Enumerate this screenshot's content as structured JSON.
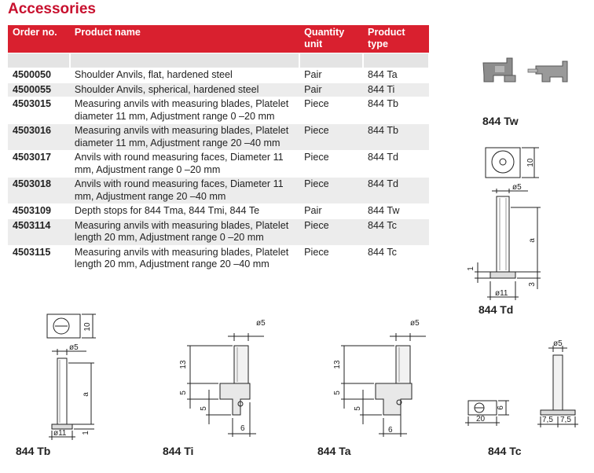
{
  "title": "Accessories",
  "table": {
    "headers": {
      "order": "Order no.",
      "product": "Product name",
      "qty": "Quantity unit",
      "type": "Product type"
    },
    "rows": [
      {
        "order": "4500050",
        "name": "Shoulder Anvils, flat, hardened steel",
        "qty": "Pair",
        "type": "844 Ta"
      },
      {
        "order": "4500055",
        "name": "Shoulder Anvils, spherical, hardened steel",
        "qty": "Pair",
        "type": "844 Ti"
      },
      {
        "order": "4503015",
        "name": "Measuring anvils with measuring blades, Platelet diameter 11 mm, Adjustment range 0 –20 mm",
        "qty": "Piece",
        "type": "844 Tb"
      },
      {
        "order": "4503016",
        "name": "Measuring anvils with measuring blades, Platelet diameter 11 mm, Adjustment range 20 –40 mm",
        "qty": "Piece",
        "type": "844 Tb"
      },
      {
        "order": "4503017",
        "name": "Anvils with round measuring faces, Diameter 11 mm, Adjustment range 0 –20 mm",
        "qty": "Piece",
        "type": "844 Td"
      },
      {
        "order": "4503018",
        "name": "Anvils with round measuring faces, Diameter 11 mm, Adjustment range 20 –40 mm",
        "qty": "Piece",
        "type": "844 Td"
      },
      {
        "order": "4503109",
        "name": "Depth stops for 844 Tma, 844 Tmi, 844 Te",
        "qty": "Pair",
        "type": "844 Tw"
      },
      {
        "order": "4503114",
        "name": "Measuring anvils with measuring blades, Platelet length 20 mm, Adjustment range 0 –20 mm",
        "qty": "Piece",
        "type": "844 Tc"
      },
      {
        "order": "4503115",
        "name": "Measuring anvils with measuring blades, Platelet length 20 mm, Adjustment range 20 –40 mm",
        "qty": "Piece",
        "type": "844 Tc"
      }
    ]
  },
  "figures": {
    "tw": "844 Tw",
    "td": "844 Td",
    "tb": "844 Tb",
    "ti": "844 Ti",
    "ta": "844 Ta",
    "tc": "844 Tc"
  },
  "dims": {
    "d5": "ø5",
    "d11": "ø11",
    "n10": "10",
    "a": "a",
    "n1": "1",
    "n3": "3",
    "n13": "13",
    "n5": "5",
    "n6": "6",
    "n20": "20",
    "n7_5": "7,5"
  }
}
